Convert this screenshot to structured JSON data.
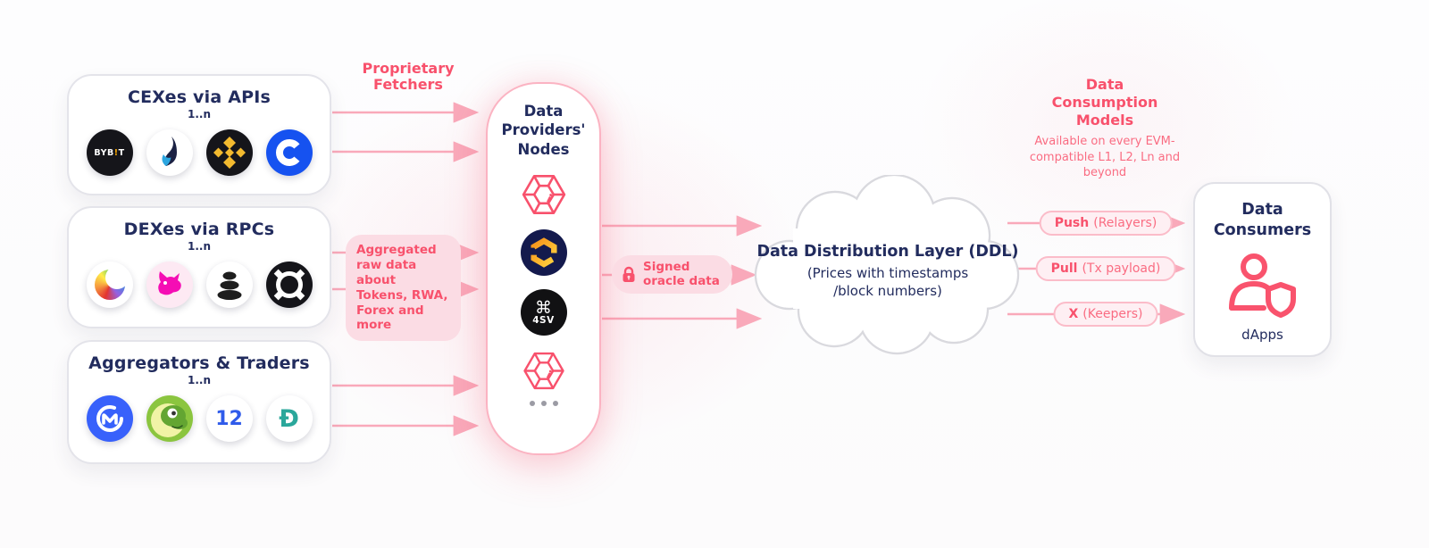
{
  "sources": [
    {
      "title": "CEXes via APIs",
      "count": "1..n",
      "logos": [
        "bybit-logo",
        "huobi-logo",
        "binance-logo",
        "coinbase-logo"
      ]
    },
    {
      "title": "DEXes via RPCs",
      "count": "1..n",
      "logos": [
        "curve-logo",
        "uniswap-logo",
        "balancer-logo",
        "frax-logo"
      ]
    },
    {
      "title": "Aggregators & Traders",
      "count": "1..n",
      "logos": [
        "coinmarketcap-logo",
        "coingecko-logo",
        "twelvedata-logo",
        "d-aggregator-logo"
      ]
    }
  ],
  "logo_text": {
    "bybit_left": "BYB",
    "bybit_mark": "!",
    "bybit_right": "T",
    "twelve": "12",
    "d_aggregator": "Đ",
    "foursv_glyph": "⌘",
    "foursv": "4SV"
  },
  "flow_labels": {
    "proprietary_fetchers": "Proprietary Fetchers",
    "aggregated_raw_data": "Aggregated raw data about Tokens, RWA, Forex and more",
    "signed_oracle_data": "Signed oracle data"
  },
  "providers": {
    "title": "Data Providers' Nodes",
    "node_icons": [
      "redstone-gem-icon",
      "hex-ring-logo",
      "foursv-logo",
      "redstone-gem-icon",
      "ellipsis-icon"
    ]
  },
  "ddl": {
    "title": "Data Distribution Layer (DDL)",
    "subtitle_line1": "(Prices with timestamps",
    "subtitle_line2": "/block numbers)"
  },
  "consumption": {
    "title": "Data Consumption Models",
    "availability": "Available on every EVM-compatible L1, L2, Ln and beyond",
    "models": [
      {
        "bold": "Push",
        "detail": "(Relayers)"
      },
      {
        "bold": "Pull",
        "detail": "(Tx payload)"
      },
      {
        "bold": "X",
        "detail": "(Keepers)"
      }
    ]
  },
  "consumers": {
    "title": "Data Consumers",
    "caption": "dApps"
  },
  "icons": {
    "lock-icon": "padlock",
    "user-shield-icon": "person with shield",
    "ellipsis-icon": "•••",
    "arrow-icon": "→ pink flow arrow"
  },
  "colors": {
    "navy": "#222c5e",
    "pink": "#f8516c",
    "pink_arrow": "#f9a9ba",
    "pink_border": "#fbb3c2",
    "badge_bg": "#fbdce4",
    "gray_border": "#e1e1e7"
  }
}
